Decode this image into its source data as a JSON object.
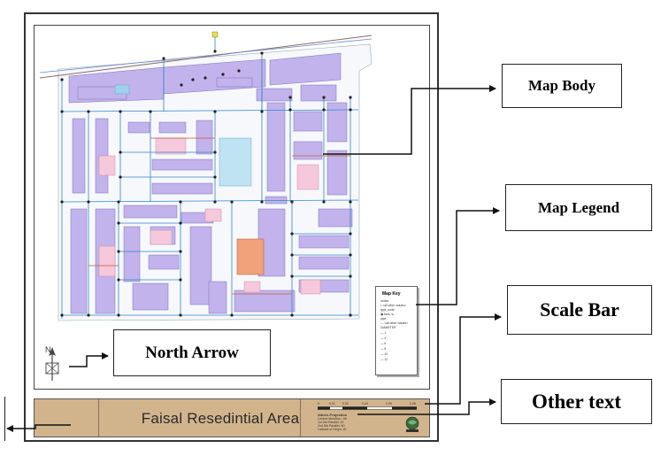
{
  "title_bar": {
    "title": "Faisal Resedintial Area"
  },
  "callouts": {
    "map_body": "Map Body",
    "map_legend": "Map Legend",
    "scale_bar": "Scale Bar",
    "north_arrow": "North Arrow",
    "other_text": "Other text"
  },
  "legend": {
    "title": "Map Key",
    "lines": [
      "nodes",
      "• <all other values>",
      "type_node",
      "▣ tank, w",
      "pipe",
      "— <all other values>",
      "DIAMETER",
      "— 1",
      "— 4",
      "— 6",
      "— 8",
      "— 10",
      "— 12"
    ]
  },
  "scale_bar": {
    "ticks": [
      "0",
      "0.01",
      "0.02",
      "0.04",
      "0.06",
      "0.08"
    ],
    "projection_lines": [
      "Albers Projection",
      "Central Meridian: -96",
      "1st Std Parallel: 20",
      "2nd Std Parallel: 60",
      "Latitude of Origin: 40"
    ]
  },
  "north_arrow": {
    "letter": "N"
  },
  "colors": {
    "building": "#c2b3ec",
    "building_pink": "#f5c8dc",
    "building_blue": "#bfe3f2",
    "building_orange": "#f2a27a",
    "road": "#f7f8fc",
    "pipe_blue": "#2f86c8",
    "pipe_red": "#c85a3a",
    "frame_tan": "#d2b48c"
  }
}
